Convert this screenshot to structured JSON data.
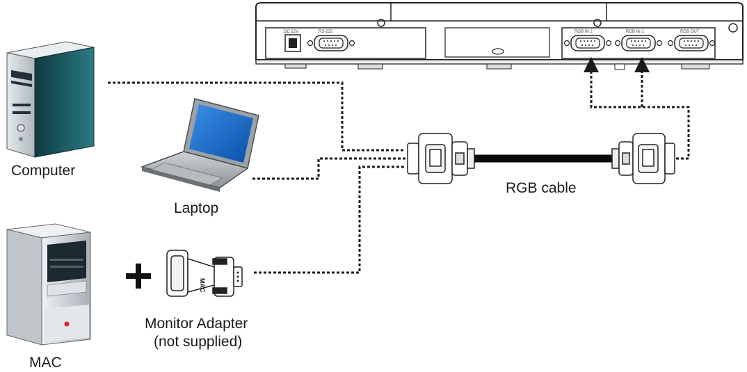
{
  "labels": {
    "computer": "Computer",
    "laptop": "Laptop",
    "mac": "MAC",
    "adapter_line1": "Monitor Adapter",
    "adapter_line2": "(not supplied)",
    "cable": "RGB cable",
    "plus": "+"
  },
  "device_ports": {
    "dc_in": "DC 12V",
    "rs232": "RS-232",
    "rgb_in_2": "RGB IN 2",
    "rgb_in_1": "RGB IN 1",
    "rgb_out": "RGB OUT"
  },
  "colors": {
    "line": "#1a1a1a",
    "pc_front": "#1f5f66",
    "pc_side": "#d7dde0",
    "screen": "#1a6fd0",
    "mac_body": "#c9cdd2",
    "mac_led": "#e02020"
  }
}
